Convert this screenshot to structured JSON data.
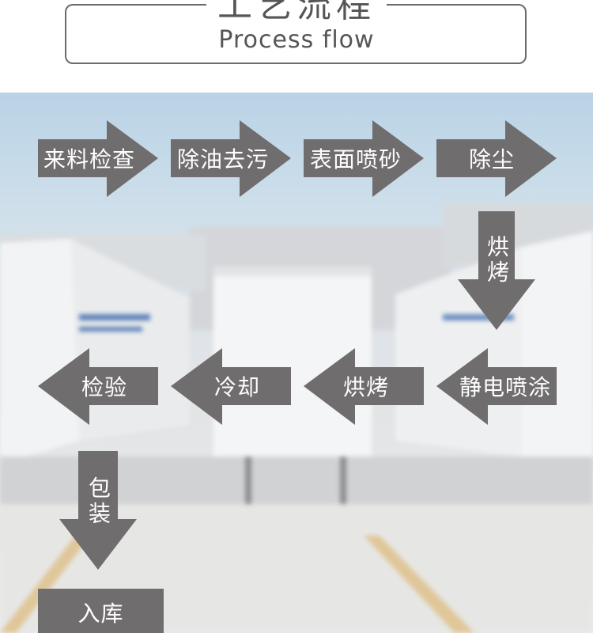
{
  "header": {
    "title_zh": "工艺流程",
    "title_en": "Process flow"
  },
  "steps": {
    "s1": "来料检查",
    "s2": "除油去污",
    "s3": "表面喷砂",
    "s4": "除尘",
    "s5": "烘烤",
    "s6": "静电喷涂",
    "s7": "烘烤",
    "s8": "冷却",
    "s9": "检验",
    "s10": "包装",
    "s11": "入库"
  },
  "colors": {
    "arrow": "#6f6d6d",
    "text": "#ffffff",
    "border": "#6b6b6b"
  }
}
